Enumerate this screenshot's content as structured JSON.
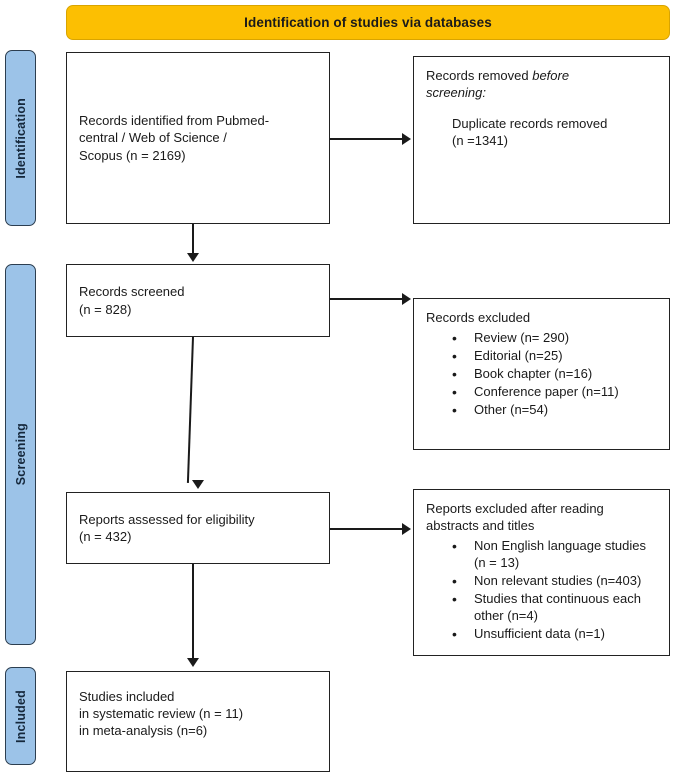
{
  "diagram": {
    "title": "Identification of studies via databases",
    "accent_gold": "#FCBF02",
    "accent_blue": "#9CC3E8",
    "stages": [
      {
        "id": "identification",
        "label": "Identification"
      },
      {
        "id": "screening",
        "label": "Screening"
      },
      {
        "id": "included",
        "label": "Included"
      }
    ],
    "boxes": {
      "identified": {
        "line1": "Records identified from Pubmed-",
        "line2": "central / Web of Science /",
        "line3": "Scopus  (n = 2169)"
      },
      "removed": {
        "line1_lead": "Records removed ",
        "line1_italic": "before",
        "line2_italic": "screening:",
        "detail1": "Duplicate records removed",
        "detail2": "(n =1341)"
      },
      "screened": {
        "line1": "Records screened",
        "line2": "(n = 828)"
      },
      "records_excluded": {
        "heading": "Records excluded",
        "items": [
          "Review (n= 290)",
          "Editorial (n=25)",
          "Book chapter (n=16)",
          "Conference paper (n=11)",
          "Other (n=54)"
        ]
      },
      "eligibility": {
        "line1": "Reports assessed for eligibility",
        "line2": "(n = 432)"
      },
      "reports_excluded": {
        "heading_line1": "Reports excluded after reading",
        "heading_line2": "abstracts and titles",
        "items": [
          "Non English language studies (n = 13)",
          "Non relevant studies (n=403)",
          "Studies that continuous each other (n=4)",
          "Unsufficient data (n=1)"
        ]
      },
      "included": {
        "line1": "Studies included",
        "line2": "in systematic review (n = 11)",
        "line3": "in meta-analysis (n=6)"
      }
    }
  }
}
